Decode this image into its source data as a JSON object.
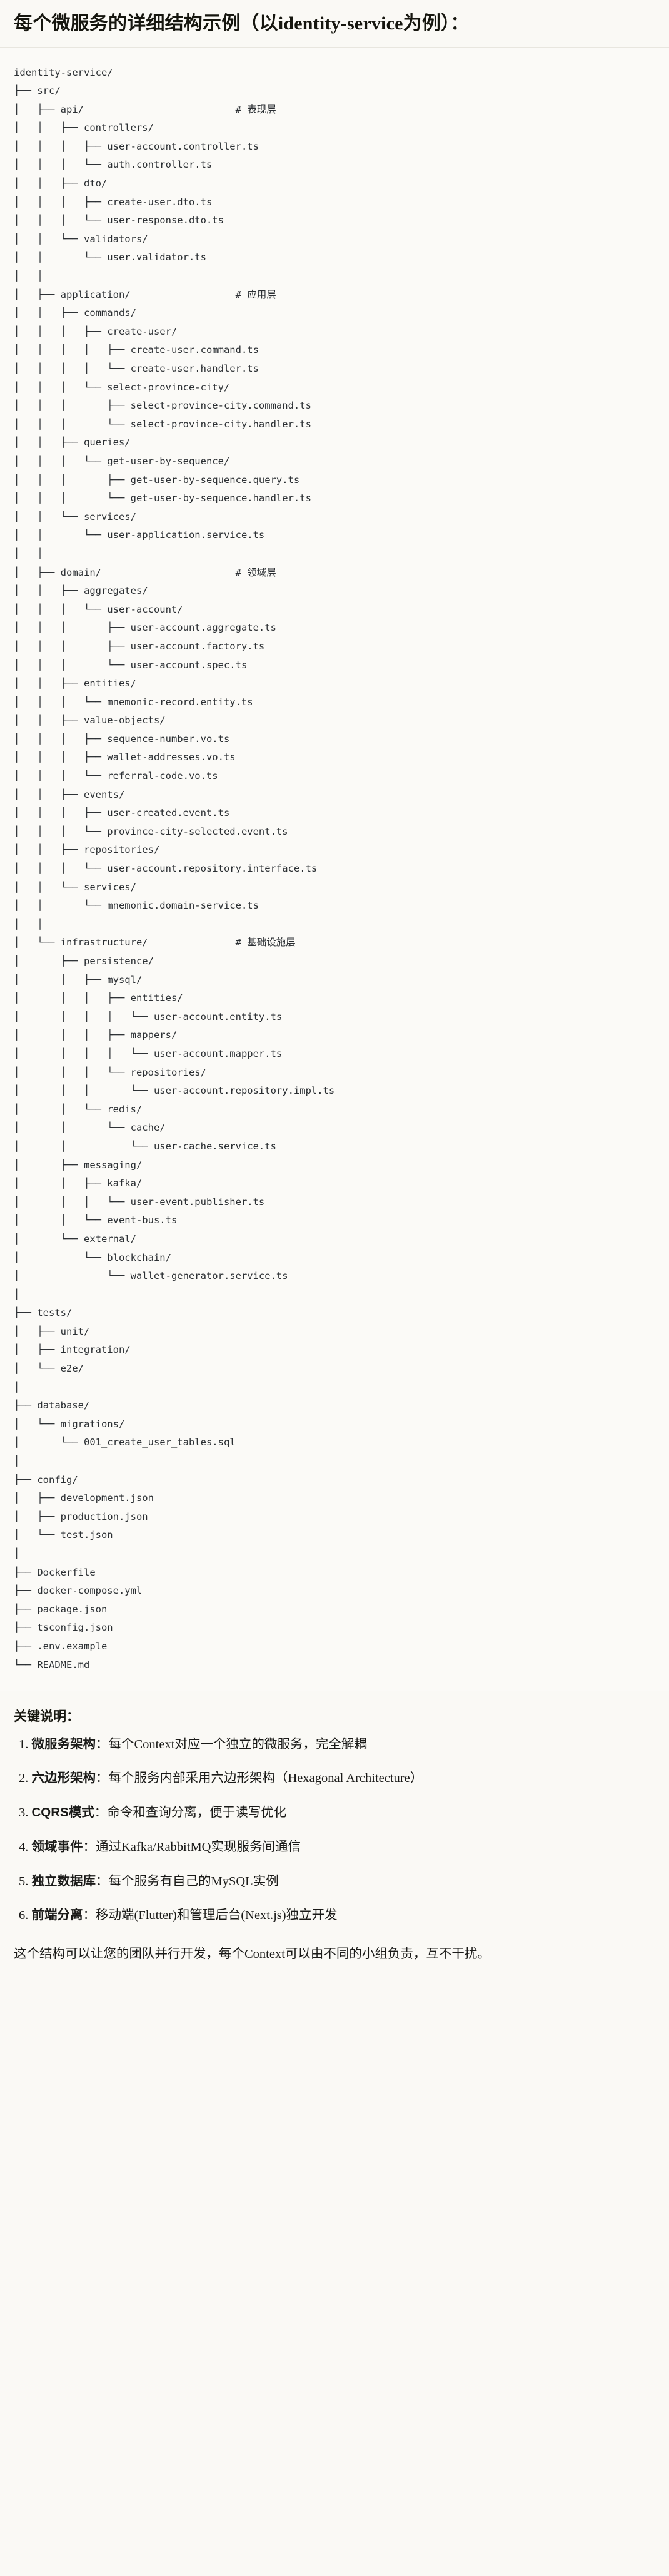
{
  "heading": {
    "prefix": "每个微服务的详细结构示例",
    "paren_open": "（以",
    "mono": "identity-service",
    "paren_close": "为例）",
    "colon": "："
  },
  "code_block": {
    "language": "text",
    "root": "identity-service/",
    "lines": [
      "identity-service/",
      "├── src/",
      "│   ├── api/                          # 表现层",
      "│   │   ├── controllers/",
      "│   │   │   ├── user-account.controller.ts",
      "│   │   │   └── auth.controller.ts",
      "│   │   ├── dto/",
      "│   │   │   ├── create-user.dto.ts",
      "│   │   │   └── user-response.dto.ts",
      "│   │   └── validators/",
      "│   │       └── user.validator.ts",
      "│   │",
      "│   ├── application/                  # 应用层",
      "│   │   ├── commands/",
      "│   │   │   ├── create-user/",
      "│   │   │   │   ├── create-user.command.ts",
      "│   │   │   │   └── create-user.handler.ts",
      "│   │   │   └── select-province-city/",
      "│   │   │       ├── select-province-city.command.ts",
      "│   │   │       └── select-province-city.handler.ts",
      "│   │   ├── queries/",
      "│   │   │   └── get-user-by-sequence/",
      "│   │   │       ├── get-user-by-sequence.query.ts",
      "│   │   │       └── get-user-by-sequence.handler.ts",
      "│   │   └── services/",
      "│   │       └── user-application.service.ts",
      "│   │",
      "│   ├── domain/                       # 领域层",
      "│   │   ├── aggregates/",
      "│   │   │   └── user-account/",
      "│   │   │       ├── user-account.aggregate.ts",
      "│   │   │       ├── user-account.factory.ts",
      "│   │   │       └── user-account.spec.ts",
      "│   │   ├── entities/",
      "│   │   │   └── mnemonic-record.entity.ts",
      "│   │   ├── value-objects/",
      "│   │   │   ├── sequence-number.vo.ts",
      "│   │   │   ├── wallet-addresses.vo.ts",
      "│   │   │   └── referral-code.vo.ts",
      "│   │   ├── events/",
      "│   │   │   ├── user-created.event.ts",
      "│   │   │   └── province-city-selected.event.ts",
      "│   │   ├── repositories/",
      "│   │   │   └── user-account.repository.interface.ts",
      "│   │   └── services/",
      "│   │       └── mnemonic.domain-service.ts",
      "│   │",
      "│   └── infrastructure/               # 基础设施层",
      "│       ├── persistence/",
      "│       │   ├── mysql/",
      "│       │   │   ├── entities/",
      "│       │   │   │   └── user-account.entity.ts",
      "│       │   │   ├── mappers/",
      "│       │   │   │   └── user-account.mapper.ts",
      "│       │   │   └── repositories/",
      "│       │   │       └── user-account.repository.impl.ts",
      "│       │   └── redis/",
      "│       │       └── cache/",
      "│       │           └── user-cache.service.ts",
      "│       ├── messaging/",
      "│       │   ├── kafka/",
      "│       │   │   └── user-event.publisher.ts",
      "│       │   └── event-bus.ts",
      "│       └── external/",
      "│           └── blockchain/",
      "│               └── wallet-generator.service.ts",
      "│",
      "├── tests/",
      "│   ├── unit/",
      "│   ├── integration/",
      "│   └── e2e/",
      "│",
      "├── database/",
      "│   └── migrations/",
      "│       └── 001_create_user_tables.sql",
      "│",
      "├── config/",
      "│   ├── development.json",
      "│   ├── production.json",
      "│   └── test.json",
      "│",
      "├── Dockerfile",
      "├── docker-compose.yml",
      "├── package.json",
      "├── tsconfig.json",
      "├── .env.example",
      "└── README.md"
    ],
    "comments": [
      {
        "target": "api/",
        "text": "# 表现层"
      },
      {
        "target": "application/",
        "text": "# 应用层"
      },
      {
        "target": "domain/",
        "text": "# 领域层"
      },
      {
        "target": "infrastructure/",
        "text": "# 基础设施层"
      }
    ]
  },
  "notes": {
    "title": "关键说明：",
    "items": [
      {
        "num": "1.",
        "term": "微服务架构",
        "sep": "：",
        "desc": "每个Context对应一个独立的微服务，完全解耦"
      },
      {
        "num": "2.",
        "term": "六边形架构",
        "sep": "：",
        "desc": "每个服务内部采用六边形架构（Hexagonal Architecture）"
      },
      {
        "num": "3.",
        "term": "CQRS模式",
        "sep": "：",
        "desc": "命令和查询分离，便于读写优化"
      },
      {
        "num": "4.",
        "term": "领域事件",
        "sep": "：",
        "desc": "通过Kafka/RabbitMQ实现服务间通信"
      },
      {
        "num": "5.",
        "term": "独立数据库",
        "sep": "：",
        "desc": "每个服务有自己的MySQL实例"
      },
      {
        "num": "6.",
        "term": "前端分离",
        "sep": "：",
        "desc": "移动端(Flutter)和管理后台(Next.js)独立开发"
      }
    ]
  },
  "closing": "这个结构可以让您的团队并行开发，每个Context可以由不同的小组负责，互不干扰。",
  "colors": {
    "page_bg": "#faf9f5",
    "code_bg": "#fbfaf7",
    "code_border": "#e8e6df",
    "text": "#1a1a18",
    "code_text": "#2b2f33"
  }
}
